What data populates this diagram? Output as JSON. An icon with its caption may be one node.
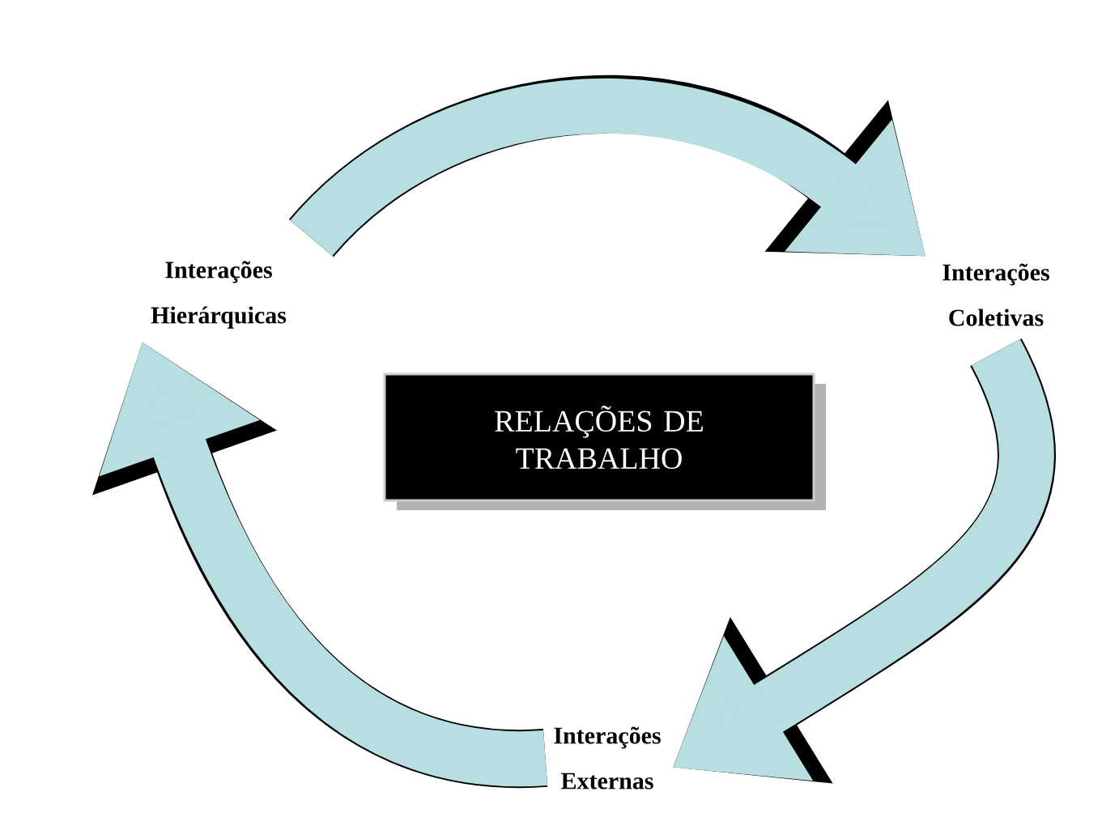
{
  "diagram": {
    "nodes": [
      {
        "text": [
          "Interações Hierárquicas"
        ]
      },
      {
        "text": [
          "Interações Coletivas"
        ]
      },
      {
        "text": [
          "Interações Externas"
        ]
      },
      {
        "text": [
          "RELAÇÕES DE TRABALHO"
        ]
      }
    ],
    "edges": [
      {
        "from": 0,
        "to": 1,
        "arrow": "to"
      },
      {
        "from": 1,
        "to": 2,
        "arrow": "to"
      },
      {
        "from": 2,
        "to": 0,
        "arrow": "to"
      }
    ]
  }
}
